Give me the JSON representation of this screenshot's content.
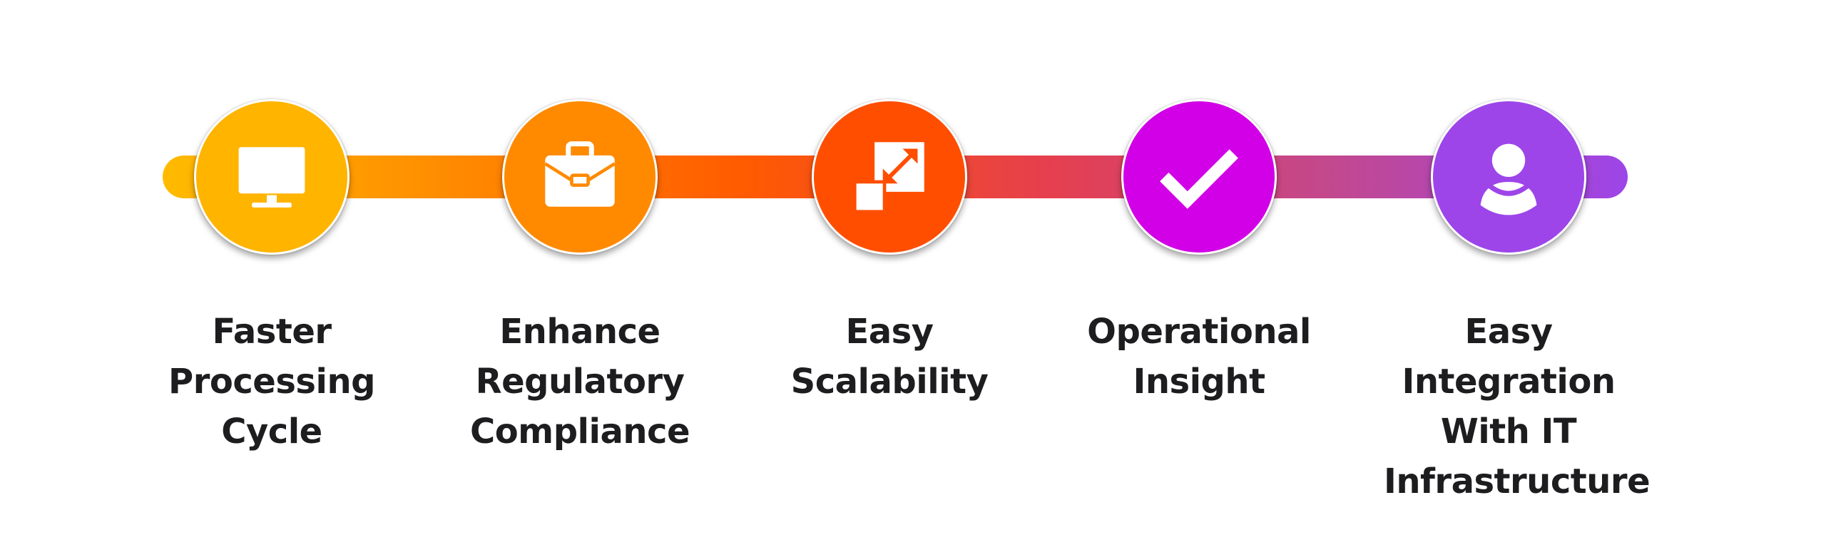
{
  "colors": {
    "track_start": "#FFBB00",
    "track_mid1": "#FF8A00",
    "track_mid2": "#FF5A00",
    "track_mid3": "#E63F4D",
    "track_mid4": "#C2488F",
    "track_end": "#9D45E9",
    "label_text": "#1d1d1f",
    "icon_fill": "#ffffff"
  },
  "steps": [
    {
      "icon": "monitor-icon",
      "color": "#FFB400",
      "label_lines": [
        "Faster",
        "Processing",
        "Cycle"
      ]
    },
    {
      "icon": "briefcase-icon",
      "color": "#FF8A00",
      "label_lines": [
        "Enhance",
        "Regulatory",
        "Compliance"
      ]
    },
    {
      "icon": "resize-expand-icon",
      "color": "#FF4E00",
      "label_lines": [
        "Easy",
        "Scalability"
      ]
    },
    {
      "icon": "checkmark-icon",
      "color": "#D200E6",
      "label_lines": [
        "Operational",
        "Insight"
      ]
    },
    {
      "icon": "user-icon",
      "color": "#9D45E9",
      "label_lines": [
        "Easy Integration",
        "With IT",
        "Infrastructure"
      ]
    }
  ]
}
